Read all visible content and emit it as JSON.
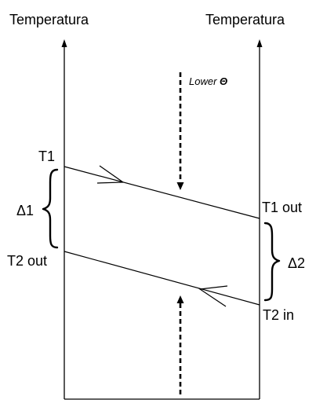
{
  "axes": {
    "left_title": "Temperatura",
    "right_title": "Temperatura"
  },
  "annotation": {
    "lower_text": "Lower ",
    "lower_symbol": "Θ"
  },
  "labels": {
    "t1": "T1",
    "t1_out": "T1 out",
    "t2_out": "T2 out",
    "t2_in": "T2 in",
    "delta1": "Δ1",
    "delta2": "Δ2"
  }
}
